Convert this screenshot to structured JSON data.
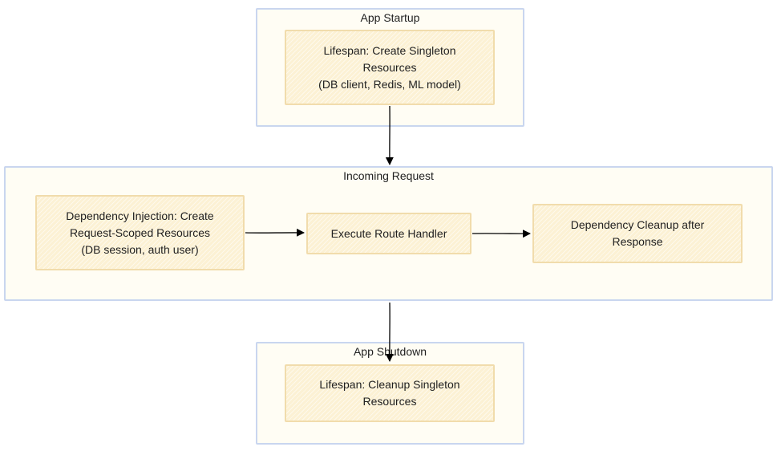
{
  "clusters": {
    "startup": {
      "title": "App Startup"
    },
    "request": {
      "title": "Incoming Request"
    },
    "shutdown": {
      "title": "App Shutdown"
    }
  },
  "nodes": {
    "lifespan_create": {
      "lines": [
        "Lifespan: Create Singleton",
        "Resources",
        "(DB client, Redis, ML model)"
      ]
    },
    "dependency_injection": {
      "lines": [
        "Dependency Injection: Create",
        "Request-Scoped Resources",
        "(DB session, auth user)"
      ]
    },
    "execute_route": {
      "lines": [
        "Execute Route Handler"
      ]
    },
    "dependency_cleanup": {
      "lines": [
        "Dependency Cleanup after",
        "Response"
      ]
    },
    "lifespan_cleanup": {
      "lines": [
        "Lifespan: Cleanup Singleton",
        "Resources"
      ]
    }
  },
  "edges": [
    {
      "from": "lifespan_create",
      "to": "incoming_request"
    },
    {
      "from": "dependency_injection",
      "to": "execute_route"
    },
    {
      "from": "execute_route",
      "to": "dependency_cleanup"
    },
    {
      "from": "incoming_request",
      "to": "app_shutdown"
    }
  ],
  "colors": {
    "cluster_fill": "#fffdf4",
    "cluster_border": "#c9d6ef",
    "node_fill": "#fcf1d4",
    "node_border": "#f1dcac",
    "edge": "#000000"
  }
}
